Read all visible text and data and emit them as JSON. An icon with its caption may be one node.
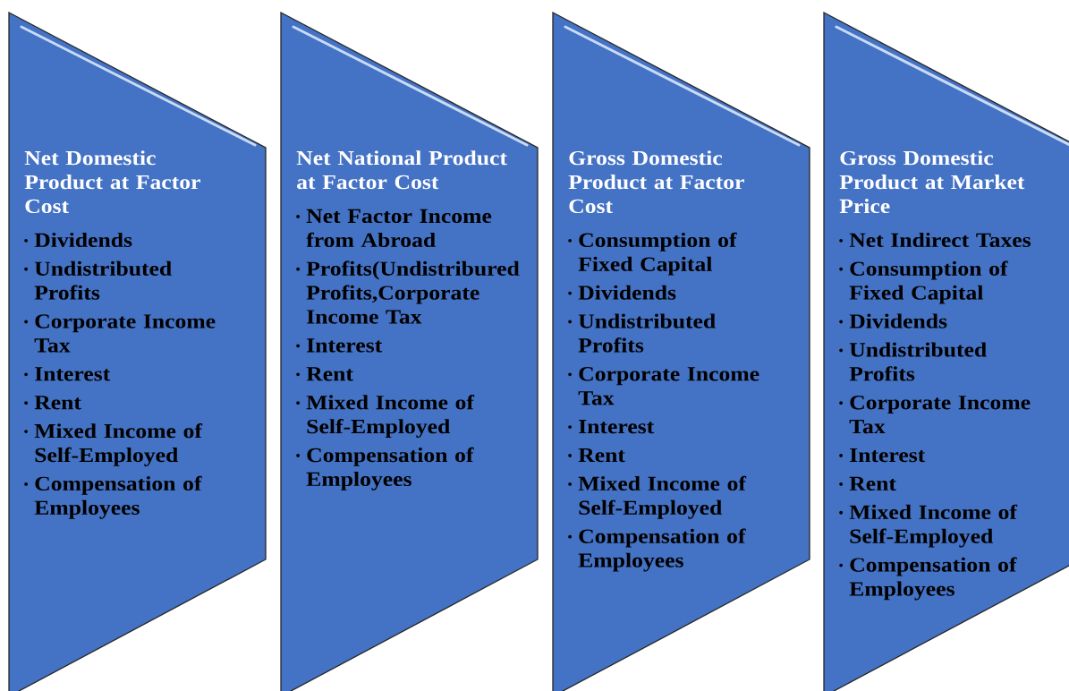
{
  "diagram": {
    "nodes": [
      {
        "text": [
          "Net Domestic Product at Factor Cost",
          "Dividends",
          "Undistributed Profits",
          "Corporate Income Tax",
          "Interest",
          "Rent",
          "Mixed Income of Self-Employed",
          "Compensation of Employees"
        ]
      },
      {
        "text": [
          "Net National Product at Factor Cost",
          "Net Factor Income from Abroad",
          "Profits(Undistribured Profits,Corporate Income Tax",
          "Interest",
          "Rent",
          "Mixed Income of Self-Employed",
          "Compensation of Employees"
        ]
      },
      {
        "text": [
          "Gross Domestic Product at Factor Cost",
          "Consumption of Fixed Capital",
          "Dividends",
          "Undistributed Profits",
          "Corporate Income Tax",
          "Interest",
          "Rent",
          "Mixed Income of Self-Employed",
          "Compensation of Employees"
        ]
      },
      {
        "text": [
          "Gross Domestic Product at Market Price",
          "Net Indirect Taxes",
          "Consumption of Fixed Capital",
          "Dividends",
          "Undistributed Profits",
          "Corporate Income Tax",
          "Interest",
          "Rent",
          "Mixed Income of Self-Employed",
          "Compensation of Employees"
        ]
      }
    ]
  }
}
